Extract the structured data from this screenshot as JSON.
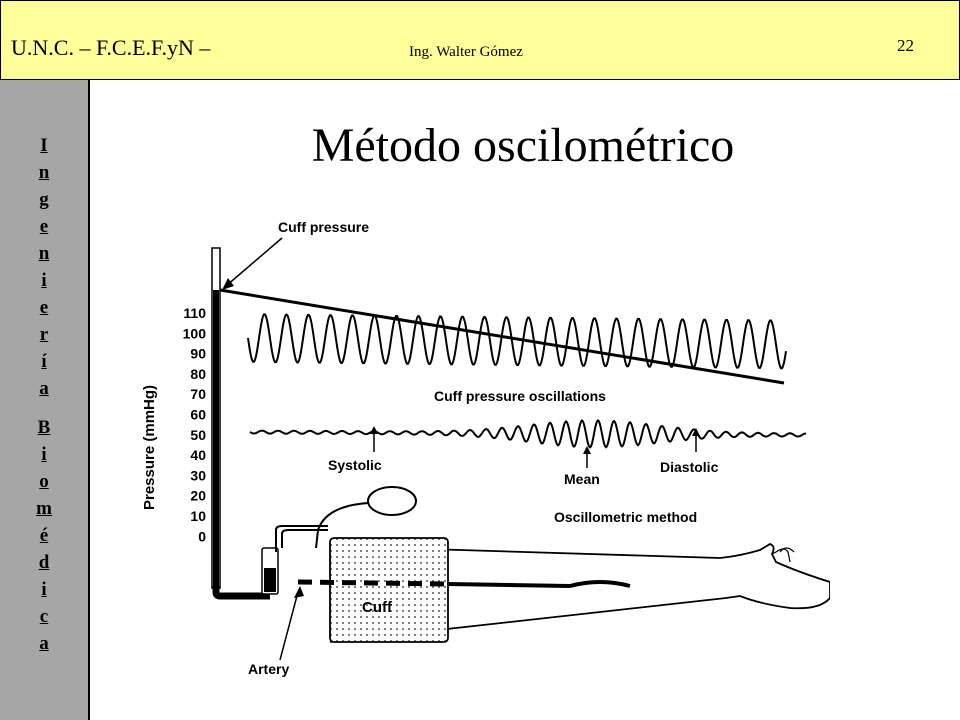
{
  "header": {
    "left": "U.N.C. – F.C.E.F.yN –",
    "center": "Ing. Walter Gómez",
    "page_number": "22"
  },
  "sidebar": {
    "word1": [
      "I",
      "n",
      "g",
      "e",
      "n",
      "i",
      "e",
      "r",
      "í",
      "a"
    ],
    "word2": [
      "B",
      "i",
      "o",
      "m",
      "é",
      "d",
      "i",
      "c",
      "a"
    ]
  },
  "title": "Método oscilométrico",
  "diagram": {
    "cuff_pressure_label": "Cuff pressure",
    "oscillations_label": "Cuff pressure oscillations",
    "systolic_label": "Systolic",
    "mean_label": "Mean",
    "diastolic_label": "Diastolic",
    "method_label": "Oscillometric method",
    "cuff_label": "Cuff",
    "artery_label": "Artery",
    "y_axis_label": "Pressure (mmHg)",
    "y_ticks": [
      "110",
      "100",
      "90",
      "80",
      "70",
      "60",
      "50",
      "40",
      "30",
      "20",
      "10",
      "0"
    ]
  }
}
